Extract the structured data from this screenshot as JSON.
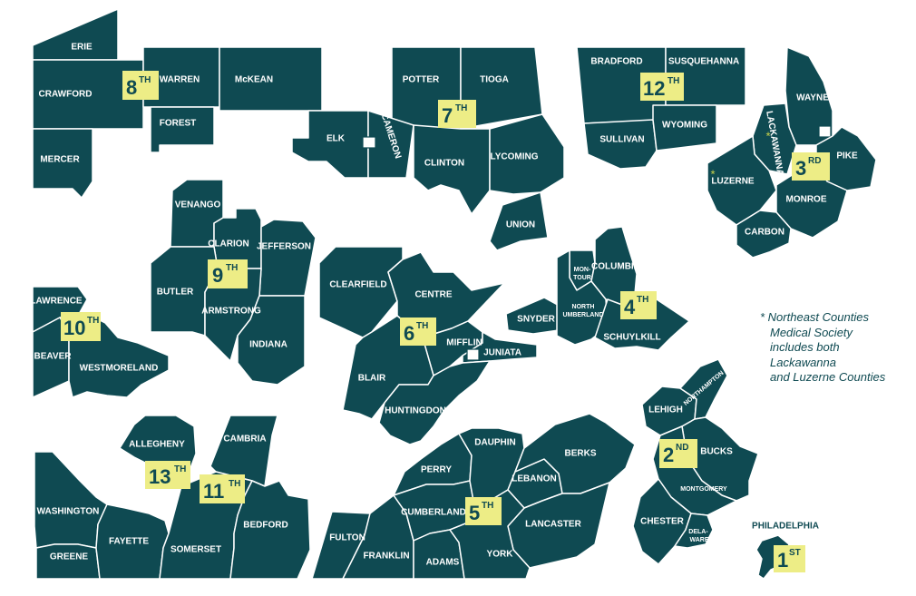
{
  "districts": [
    {
      "num": "1",
      "suffix": "ST"
    },
    {
      "num": "2",
      "suffix": "ND"
    },
    {
      "num": "3",
      "suffix": "RD"
    },
    {
      "num": "4",
      "suffix": "TH"
    },
    {
      "num": "5",
      "suffix": "TH"
    },
    {
      "num": "6",
      "suffix": "TH"
    },
    {
      "num": "7",
      "suffix": "TH"
    },
    {
      "num": "8",
      "suffix": "TH"
    },
    {
      "num": "9",
      "suffix": "TH"
    },
    {
      "num": "10",
      "suffix": "TH"
    },
    {
      "num": "11",
      "suffix": "TH"
    },
    {
      "num": "12",
      "suffix": "TH"
    },
    {
      "num": "13",
      "suffix": "TH"
    }
  ],
  "counties": {
    "erie": "ERIE",
    "crawford": "CRAWFORD",
    "mercer": "MERCER",
    "warren": "WARREN",
    "forest": "FOREST",
    "mckean": "McKEAN",
    "potter": "POTTER",
    "tioga": "TIOGA",
    "elk": "ELK",
    "cameron": "CAMERON",
    "clinton": "CLINTON",
    "lycoming": "LYCOMING",
    "union": "UNION",
    "bradford": "BRADFORD",
    "susquehanna": "SUSQUEHANNA",
    "sullivan": "SULLIVAN",
    "wyoming": "WYOMING",
    "wayne": "WAYNE",
    "lackawanna": "LACKAWANNA",
    "pike": "PIKE",
    "luzerne": "LUZERNE",
    "monroe": "MONROE",
    "carbon": "CARBON",
    "venango": "VENANGO",
    "clarion": "CLARION",
    "jefferson": "JEFFERSON",
    "butler": "BUTLER",
    "armstrong": "ARMSTRONG",
    "indiana": "INDIANA",
    "lawrence": "LAWRENCE",
    "beaver": "BEAVER",
    "westmoreland": "WESTMORELAND",
    "clearfield": "CLEARFIELD",
    "centre": "CENTRE",
    "mifflin": "MIFFLIN",
    "juniata": "JUNIATA",
    "blair": "BLAIR",
    "huntingdon": "HUNTINGDON",
    "snyder": "SNYDER",
    "montour_1": "MON-",
    "montour_2": "TOUR",
    "columbia": "COLUMBIA",
    "northumberland_1": "NORTH",
    "northumberland_2": "UMBERLAND",
    "schuylkill": "SCHUYLKILL",
    "lehigh": "LEHIGH",
    "northampton": "NORTHAMPTON",
    "bucks": "BUCKS",
    "montgomery": "MONTGOMERY",
    "chester": "CHESTER",
    "delaware_1": "DELA-",
    "delaware_2": "WARE",
    "philadelphia": "PHILADELPHIA",
    "allegheny": "ALLEGHENY",
    "cambria": "CAMBRIA",
    "washington": "WASHINGTON",
    "fayette": "FAYETTE",
    "greene": "GREENE",
    "somerset": "SOMERSET",
    "bedford": "BEDFORD",
    "fulton": "FULTON",
    "franklin": "FRANKLIN",
    "adams": "ADAMS",
    "perry": "PERRY",
    "cumberland": "CUMBERLAND",
    "dauphin": "DAUPHIN",
    "lebanon": "LEBANON",
    "berks": "BERKS",
    "lancaster": "LANCASTER",
    "york": "YORK"
  },
  "marker": "*",
  "note": {
    "line1": "* Northeast Counties",
    "line2": "Medical Society",
    "line3": "includes both",
    "line4": "Lackawanna",
    "line5": "and Luzerne Counties"
  },
  "colors": {
    "county_fill": "#0f4a52",
    "district_badge": "#eded86",
    "border": "#ffffff"
  }
}
